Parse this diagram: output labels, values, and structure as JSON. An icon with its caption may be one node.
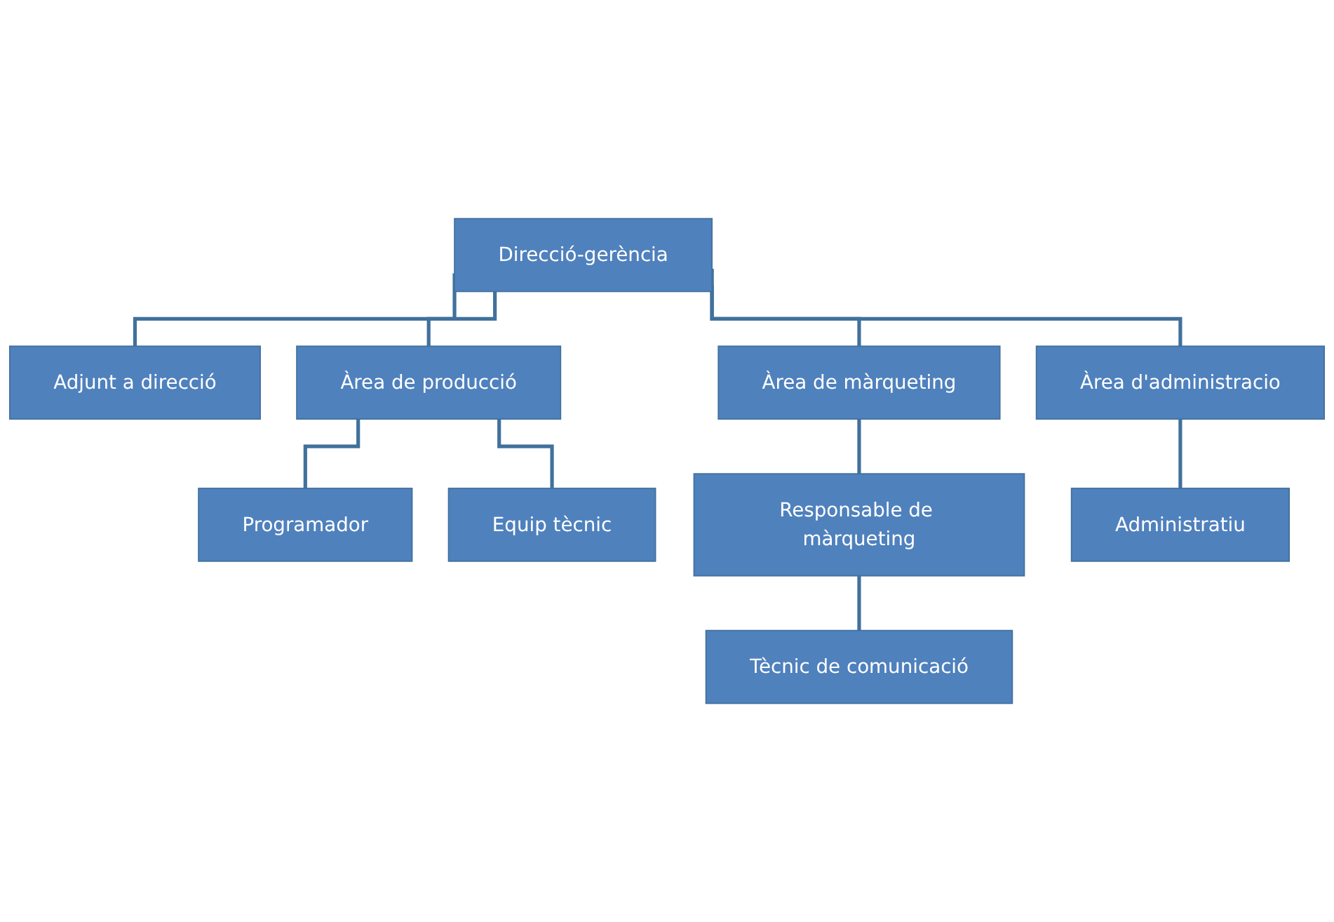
{
  "diagram": {
    "nodes": [
      {
        "text": [
          "Direcció-gerència"
        ]
      },
      {
        "text": [
          "Adjunt a direcció"
        ]
      },
      {
        "text": [
          "Àrea de producció"
        ]
      },
      {
        "text": [
          "Àrea de màrqueting"
        ]
      },
      {
        "text": [
          "Àrea d'administracio"
        ]
      },
      {
        "text": [
          "Programador"
        ]
      },
      {
        "text": [
          "Equip tècnic"
        ]
      },
      {
        "text": [
          "Responsable de màrqueting"
        ]
      },
      {
        "text": [
          "Tècnic de comunicació"
        ]
      },
      {
        "text": [
          "Administratiu"
        ]
      }
    ],
    "edges": [
      {
        "from": 0,
        "to": 1,
        "arrow": "none"
      },
      {
        "from": 0,
        "to": 2,
        "arrow": "none"
      },
      {
        "from": 0,
        "to": 3,
        "arrow": "none"
      },
      {
        "from": 0,
        "to": 4,
        "arrow": "none"
      },
      {
        "from": 2,
        "to": 5,
        "arrow": "none"
      },
      {
        "from": 2,
        "to": 6,
        "arrow": "none"
      },
      {
        "from": 3,
        "to": 7,
        "arrow": "none"
      },
      {
        "from": 7,
        "to": 8,
        "arrow": "none"
      },
      {
        "from": 4,
        "to": 9,
        "arrow": "none"
      }
    ]
  }
}
